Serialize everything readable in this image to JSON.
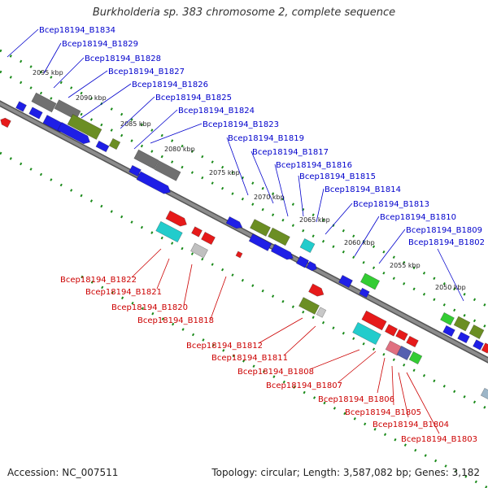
{
  "title": "Burkholderia sp. 383 chromosome 2, complete sequence",
  "footer": {
    "accession": "Accession: NC_007511",
    "topology": "Topology: circular; Length: 3,587,082 bp; Genes: 3,182"
  },
  "colors": {
    "backbone": "#8c8c8c",
    "tick_dots": "#1a8a1a",
    "label_blue": "#0000cc",
    "label_red": "#cc0000",
    "gene_blue": "#1f1fe6",
    "gene_red": "#e61a1a",
    "gene_olive": "#6b8e23",
    "gene_gray": "#707070",
    "gene_cyan": "#22cccc",
    "gene_green": "#33cc33",
    "gene_pink": "#e07080",
    "gene_slate": "#5560b0"
  },
  "scale_labels": [
    "2095 kbp",
    "2090 kbp",
    "2085 kbp",
    "2080 kbp",
    "2075 kbp",
    "2070 kbp",
    "2065 kbp",
    "2060 kbp",
    "2055 kbp",
    "2050 kbp"
  ],
  "top_labels": [
    "Bcep18194_B1834",
    "Bcep18194_B1829",
    "Bcep18194_B1828",
    "Bcep18194_B1827",
    "Bcep18194_B1826",
    "Bcep18194_B1825",
    "Bcep18194_B1824",
    "Bcep18194_B1823",
    "Bcep18194_B1819",
    "Bcep18194_B1817",
    "Bcep18194_B1816",
    "Bcep18194_B1815",
    "Bcep18194_B1814",
    "Bcep18194_B1813",
    "Bcep18194_B1810",
    "Bcep18194_B1809",
    "Bcep18194_B1802"
  ],
  "bottom_labels": [
    "Bcep18194_B1822",
    "Bcep18194_B1821",
    "Bcep18194_B1820",
    "Bcep18194_B1818",
    "Bcep18194_B1812",
    "Bcep18194_B1811",
    "Bcep18194_B1808",
    "Bcep18194_B1807",
    "Bcep18194_B1806",
    "Bcep18194_B1805",
    "Bcep18194_B1804",
    "Bcep18194_B1803"
  ]
}
